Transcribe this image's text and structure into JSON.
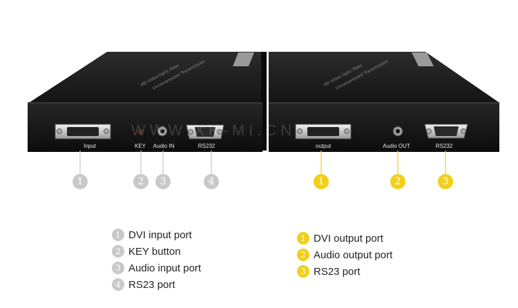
{
  "watermark": "WWW.XK-MI.CN",
  "device_left": {
    "top_caption": "HD Video Optic Fiber",
    "top_caption2": "Uncompressed Transmission",
    "port_labels": {
      "input": "Input",
      "key": "KEY",
      "audio_in": "Audio IN",
      "rs232": "RS232"
    }
  },
  "device_right": {
    "top_caption": "HD Video Optic Fiber",
    "top_caption2": "Uncompressed Transmission",
    "port_labels": {
      "output": "output",
      "audio_out": "Audio OUT",
      "rs232": "RS232"
    }
  },
  "callouts": {
    "left": [
      "1",
      "2",
      "3",
      "4"
    ],
    "right": [
      "1",
      "2",
      "3"
    ]
  },
  "legend_left": [
    {
      "num": "1",
      "text": "DVI input port"
    },
    {
      "num": "2",
      "text": "KEY button"
    },
    {
      "num": "3",
      "text": "Audio input port"
    },
    {
      "num": "4",
      "text": "RS23 port"
    }
  ],
  "legend_right": [
    {
      "num": "1",
      "text": "DVI output port"
    },
    {
      "num": "2",
      "text": "Audio output port"
    },
    {
      "num": "3",
      "text": "RS23 port"
    }
  ],
  "colors": {
    "gray_badge": "#c9c9c9",
    "yellow_badge": "#f2cf1b",
    "device_body": "#1c1c1c"
  }
}
